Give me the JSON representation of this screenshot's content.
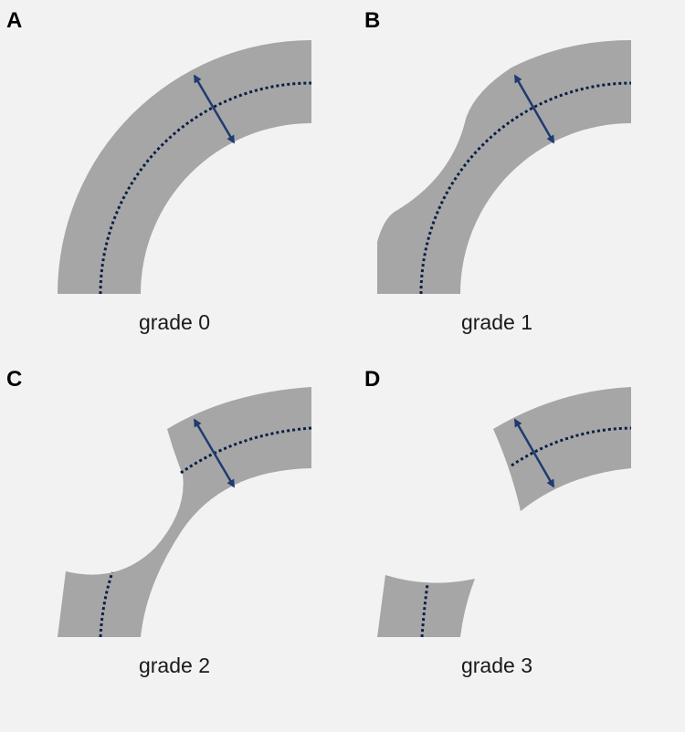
{
  "colors": {
    "background": "#f2f2f2",
    "vessel_fill": "#a6a6a6",
    "centerline": "#0b1f44",
    "arrow": "#1f3b70"
  },
  "icons": [
    "double-headed-arrow-icon",
    "dashed-centerline"
  ],
  "panels": [
    {
      "letter": "A",
      "caption": "grade 0"
    },
    {
      "letter": "B",
      "caption": "grade 1"
    },
    {
      "letter": "C",
      "caption": "grade 2"
    },
    {
      "letter": "D",
      "caption": "grade 3"
    }
  ]
}
